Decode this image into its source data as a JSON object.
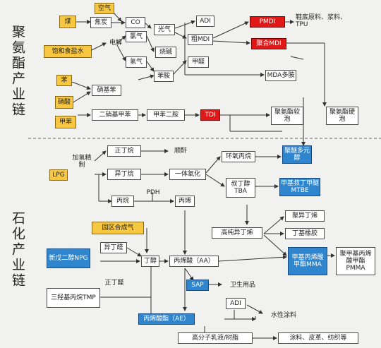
{
  "sections": {
    "polyurethane_chain": "聚氨酯产业链",
    "petrochemical_chain": "石化产业链"
  },
  "nodes": {
    "air": "空气",
    "coal": "煤",
    "coke": "焦炭",
    "co": "CO",
    "phosgene": "光气",
    "adi_top": "ADI",
    "pmdi": "PMDI",
    "shoe_material": "鞋底原料、浆料、TPU",
    "crude_mdi": "粗MDI",
    "polymeric_mdi": "聚合MDI",
    "brine": "饱和食盐水",
    "electrolysis": "电解",
    "chlorine": "氯气",
    "caustic_soda": "烧碱",
    "hydrogen": "氢气",
    "aniline": "苯胺",
    "formaldehyde": "甲醛",
    "mda": "MDA多胺",
    "benzene": "苯",
    "nitric_acid": "硝酸",
    "nitrobenzene": "硝基苯",
    "toluene": "甲苯",
    "dinitrotoluene": "二硝基甲苯",
    "toluenediamine": "甲苯二胺",
    "tdi": "TDI",
    "soft_foam": "聚氨酯软泡",
    "rigid_foam": "聚氨酯硬泡",
    "polyether": "聚醚多元醇",
    "epoxypropane": "环氧丙烷",
    "hydrorefining": "加氢精制",
    "lpg": "LPG",
    "n_butane": "正丁烷",
    "maleic": "顺酐",
    "isobutane": "异丁烷",
    "one_step_oxidation": "一体氧化",
    "tba": "叔丁醇TBA",
    "mtbe": "甲基叔丁甲醚MTBE",
    "pdh": "PDH",
    "propane": "丙烷",
    "propylene": "丙烯",
    "park_syngas": "园区合成气",
    "polyisobutylene": "聚异丁烯",
    "hp_isobutylene": "高纯异丁烯",
    "butyl_rubber": "丁基橡胶",
    "npg": "新戊二醇NPG",
    "isobutyraldehyde": "异丁醛",
    "butanol": "丁醇",
    "acrylic_acid": "丙烯酸（AA）",
    "mma": "甲基丙烯酸甲酯MMA",
    "pmma": "聚甲基丙烯酸甲酯PMMA",
    "n_butyraldehyde": "正丁醛",
    "sap": "SAP",
    "hygiene": "卫生用品",
    "tmp": "三羟基丙烷TMP",
    "adi_bottom": "ADI",
    "ae": "丙烯酸酯（AE）",
    "waterborne_coating": "水性涂料",
    "polymer_emulsion": "高分子乳液/树脂",
    "coatings_leather": "涂料、皮革、纺织等"
  },
  "colors": {
    "yellow": "#f7c742",
    "red": "#e01818",
    "blue": "#2f86cf",
    "line": "#333333"
  }
}
